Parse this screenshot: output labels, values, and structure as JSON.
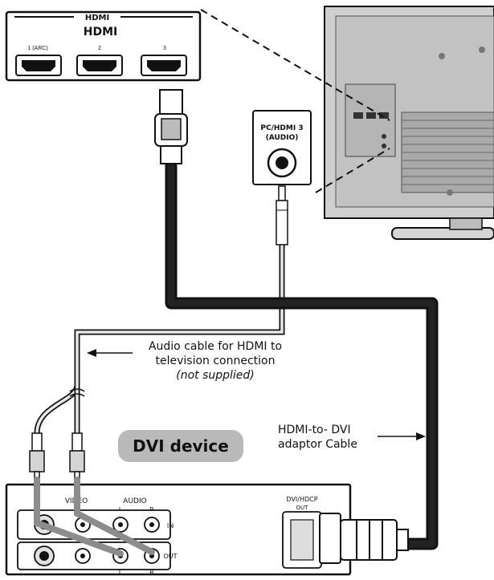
{
  "hdmi_panel": {
    "header": "HDMI",
    "logo": "HDMI",
    "ports": [
      "1 (ARC)",
      "2",
      "3"
    ]
  },
  "audio_jack_panel": {
    "line1": "PC/HDMI 3",
    "line2": "(AUDIO)"
  },
  "callouts": {
    "audio_line1": "Audio cable for HDMI to",
    "audio_line2": "television connection",
    "audio_line3": "(not supplied)",
    "hdmi_dvi_line1": "HDMI-to- DVI",
    "hdmi_dvi_line2": "adaptor Cable"
  },
  "device_badge": "DVI device",
  "device_panel": {
    "video": "VIDEO",
    "audio": "AUDIO",
    "l": "L",
    "r": "R",
    "in": "IN",
    "out": "OUT",
    "dvi_label": "DVI/HDCP",
    "dvi_sub": "OUT"
  },
  "colors": {
    "cable": "#111111",
    "adapter_pipe": "#8c8c8c",
    "badge": "#b9b9b9",
    "tv_body": "#c9c9c9"
  }
}
